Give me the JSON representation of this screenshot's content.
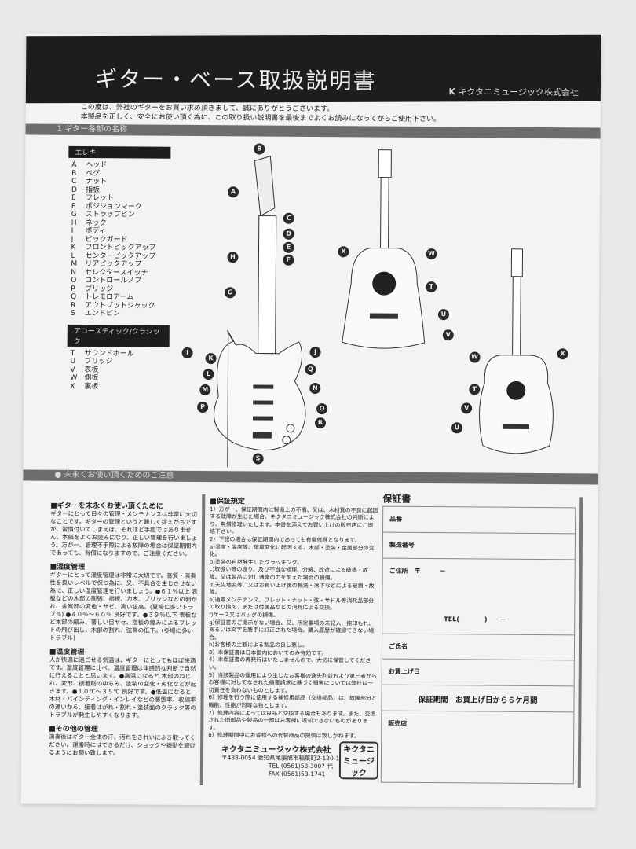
{
  "header": {
    "title": "ギター・ベース取扱説明書",
    "company": "キクタニミュージック株式会社",
    "logo": "K"
  },
  "intro": [
    "この度は、弊社のギターをお買い求め頂きまして、誠にありがとうございます。",
    "本製品を正しく、安全にお使い頂く為に、この取り扱い説明書を最後までよくお読みになってからご使用下さい。"
  ],
  "section1": {
    "title": "1 ギター各部の名称"
  },
  "electric": {
    "heading": "エレキ",
    "parts": [
      [
        "A",
        "ヘッド"
      ],
      [
        "B",
        "ペグ"
      ],
      [
        "C",
        "ナット"
      ],
      [
        "D",
        "指板"
      ],
      [
        "E",
        "フレット"
      ],
      [
        "F",
        "ポジションマーク"
      ],
      [
        "G",
        "ストラップピン"
      ],
      [
        "H",
        "ネック"
      ],
      [
        "I",
        "ボディ"
      ],
      [
        "J",
        "ピックガード"
      ],
      [
        "K",
        "フロントピックアップ"
      ],
      [
        "L",
        "センターピックアップ"
      ],
      [
        "M",
        "リアピックアップ"
      ],
      [
        "N",
        "セレクタースイッチ"
      ],
      [
        "O",
        "コントロールノブ"
      ],
      [
        "P",
        "ブリッジ"
      ],
      [
        "Q",
        "トレモロアーム"
      ],
      [
        "R",
        "アウトプットジャック"
      ],
      [
        "S",
        "エンドピン"
      ]
    ]
  },
  "acoustic": {
    "heading": "アコースティック/クラシック",
    "parts": [
      [
        "T",
        "サウンドホール"
      ],
      [
        "U",
        "ブリッジ"
      ],
      [
        "V",
        "表板"
      ],
      [
        "W",
        "側板"
      ],
      [
        "X",
        "裏板"
      ]
    ]
  },
  "section2": {
    "title": "● 末永くお使い頂くためのご注意"
  },
  "care": [
    {
      "heading": "■ギターを末永くお使い頂くために",
      "body": "ギターにとって日々の管理・メンテナンスは非常に大切なことです。ギターの管理というと難しく捉えがちですが、習慣付いてしまえば、それほど手間ではありません。本紙をよくお読みになり、正しい管理を行いましょう。万が一、管理不手際による故障の場合は保証期間内であっても、有償になりますので、ご注意ください。"
    },
    {
      "heading": "■湿度管理",
      "body": "ギターにとって湿度管理は非常に大切です。音質・演奏性を良いレベルで保つ為に、又、不具合を生じさせない為に、正しい湿度管理を行いましょう。●６１％以上 表板などの木部の膨張、指板、力木、ブリッジなどの剥がれ、金属部の変色・サビ、高い弦高。(夏場に多いトラブル) ●４０％～６０％ 良好です。●３９％以下 表板など木部の縮み、著しい目ヤセ、指板の縮みによるフレットの飛び出し、木部の割れ、弦高の低下。(冬場に多いトラブル)"
    },
    {
      "heading": "■温度管理",
      "body": "人が快適に過ごせる気温は、ギターにとってもほぼ快適です。湿度管理に比べ、温度管理は体感的な判断で自然に行えることと思います。●高温になると 木部のねじれ、変形、接着剤のゆるみ、塗装の変化・劣化などが起きます。●１０℃～３５℃ 良好です。●低温になると 木材・バインディング・インレイなどの膨張率、収縮率の違いから、接着はがれ・割れ・塗装面のクラック等のトラブルが発生しやすくなります。"
    },
    {
      "heading": "■その他の管理",
      "body": "演奏後はギター全体の汗、汚れをきれいにふき取ってください。運搬時にはできるだけ、ショックや振動を避けるようにお願い致します。"
    }
  ],
  "warranty_terms": {
    "heading": "■保証規定",
    "items": [
      "1）万が一、保証期間内に製造上の不備、又は、木材質の不良に起因する故障が生じた場合、キクタニミュージック株式会社の判断により、無償修理いたします。本書を添えてお買い上げの販売店にご連絡下さい。",
      "2）下記の場合は保証期間内であっても有償修理となります。",
      "a)湿度・温度等、環境変化に起因する、木部・塗装・金属部分の変化。",
      "b)塗装の自然発生したクラッキング。",
      "c)取扱い等の誤り、及び不当な修理、分解、改造による破損・故障、又は製品に対し通常の力を加えた場合の損傷。",
      "d)天災地変等、又はお買い上げ後の輸送・落下などによる破損・故障。",
      "e)通常メンテナンス、フレット・ナット・弦・サドル等消耗品部分の取り換え、または付属品などの消耗による交換。",
      "f)ケース又はバッグの損傷。",
      "g)保証書のご提示がない場合、又、所定事項の未記入、捺印もれ、あるいは文字を勝手に訂正された場合。購入履歴が確認できない場合。",
      "h)お客様の主観による製品の良し悪し。",
      "3）本保証書は日本国内においてのみ有効です。",
      "4）本保証書の再発行はいたしませんので、大切に保管してください。",
      "5）当該製品の運用により生じたお客様の逸失利益および第三者からお客様に対してなされた損害請求に基づく損害については弊社は一切責任を負わないものとします。",
      "6）修理を行う際に使用する補修用部品（交換部品）は、故障部分と機能、性能が同等な物とします。",
      "7）修理内容によっては良品と交換する場合もあります。また、交換された旧部品や製品の一部はお客様に返却できないものがあります。",
      "8）修理期間中にお客様への代替商品の提供は致しかねます。"
    ]
  },
  "footer": {
    "company": "キクタニミュージック株式会社",
    "address": "〒488-0054 愛知県尾張旭市稲葉町2-120-1",
    "tel": "TEL (0561)53-3007 代",
    "fax": "FAX (0561)53-1741",
    "stamp": "キクタニミュージック株式会社"
  },
  "warranty_form": {
    "title": "保証書",
    "rows": [
      "品番",
      "製造番号",
      "ご住所　〒　　　－",
      "TEL(　　　　)　　－",
      "ご氏名",
      "お買上げ日",
      "保証期間　お買上げ日から６ケ月間",
      "販売店"
    ]
  }
}
